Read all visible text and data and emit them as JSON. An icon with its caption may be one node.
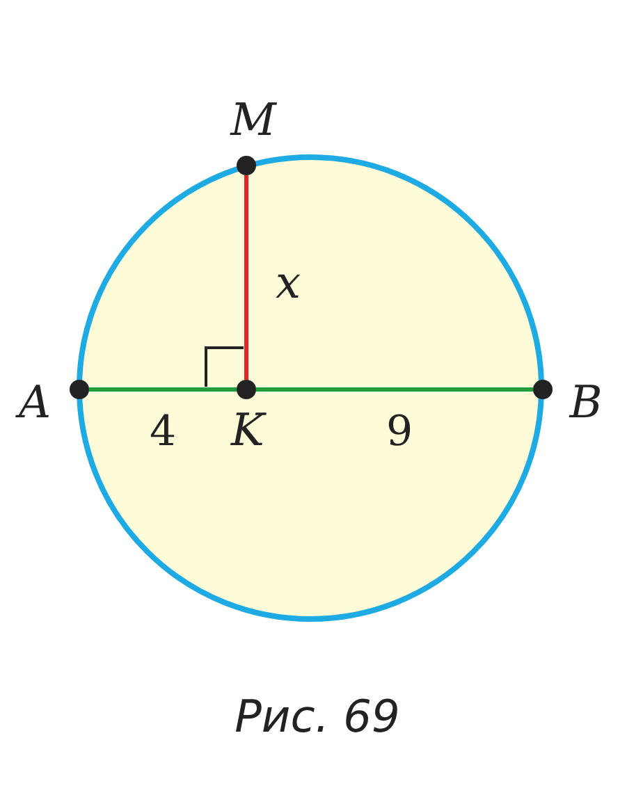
{
  "diagram": {
    "caption": "Рис. 69",
    "nodes": [
      {
        "text": [],
        "shape": "circle"
      },
      {
        "text": [],
        "shape": "circle",
        "beside": [
          "M"
        ]
      },
      {
        "text": [],
        "shape": "circle",
        "beside": [
          "A"
        ]
      },
      {
        "text": [],
        "shape": "circle",
        "beside": [
          "K"
        ],
        "in": 0
      },
      {
        "text": [],
        "shape": "circle",
        "beside": [
          "B"
        ]
      }
    ],
    "edges": [
      {
        "from": 1,
        "to": 3,
        "arrow": "none",
        "label": "x",
        "color": "#e0262a"
      },
      {
        "from": 2,
        "to": 3,
        "arrow": "none",
        "label": "4"
      },
      {
        "from": 3,
        "to": 4,
        "arrow": "none",
        "label": "9"
      }
    ]
  }
}
